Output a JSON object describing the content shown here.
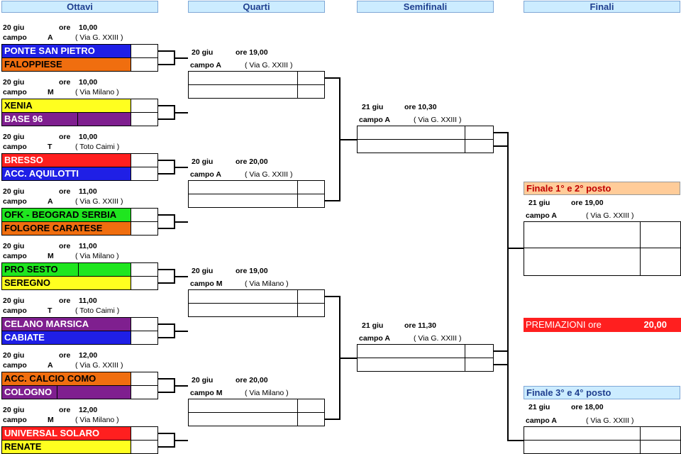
{
  "headers": {
    "ottavi": "Ottavi",
    "quarti": "Quarti",
    "semifinali": "Semifinali",
    "finali": "Finali"
  },
  "ottavi": [
    {
      "date": "20 giu",
      "ore": "ore",
      "time": "10,00",
      "campo": "campo",
      "campo_letter": "A",
      "venue": "( Via G. XXIII )",
      "teams": [
        {
          "name": "PONTE SAN PIETRO",
          "color": "blue"
        },
        {
          "name": "FALOPPIESE",
          "color": "orange"
        }
      ]
    },
    {
      "date": "20 giu",
      "ore": "ore",
      "time": "10,00",
      "campo": "campo",
      "campo_letter": "M",
      "venue": "( Via Milano )",
      "teams": [
        {
          "name": "XENIA",
          "color": "yellow"
        },
        {
          "name": "BASE 96",
          "color": "purple"
        }
      ]
    },
    {
      "date": "20 giu",
      "ore": "ore",
      "time": "10,00",
      "campo": "campo",
      "campo_letter": "T",
      "venue": "( Toto Caimi )",
      "teams": [
        {
          "name": "BRESSO",
          "color": "red"
        },
        {
          "name": "ACC. AQUILOTTI",
          "color": "blue"
        }
      ]
    },
    {
      "date": "20 giu",
      "ore": "ore",
      "time": "11,00",
      "campo": "campo",
      "campo_letter": "A",
      "venue": "( Via G. XXIII )",
      "teams": [
        {
          "name": "OFK - BEOGRAD SERBIA",
          "color": "green"
        },
        {
          "name": "FOLGORE CARATESE",
          "color": "orange"
        }
      ]
    },
    {
      "date": "20 giu",
      "ore": "ore",
      "time": "11,00",
      "campo": "campo",
      "campo_letter": "M",
      "venue": "( Via Milano )",
      "teams": [
        {
          "name": "PRO SESTO",
          "color": "green"
        },
        {
          "name": "SEREGNO",
          "color": "yellow"
        }
      ]
    },
    {
      "date": "20 giu",
      "ore": "ore",
      "time": "11,00",
      "campo": "campo",
      "campo_letter": "T",
      "venue": "( Toto Caimi )",
      "teams": [
        {
          "name": "CELANO MARSICA",
          "color": "purple"
        },
        {
          "name": "CABIATE",
          "color": "blue"
        }
      ]
    },
    {
      "date": "20 giu",
      "ore": "ore",
      "time": "12,00",
      "campo": "campo",
      "campo_letter": "A",
      "venue": "( Via G. XXIII )",
      "teams": [
        {
          "name": "ACC. CALCIO COMO",
          "color": "orange"
        },
        {
          "name": "COLOGNO",
          "color": "purple"
        }
      ]
    },
    {
      "date": "20 giu",
      "ore": "ore",
      "time": "12,00",
      "campo": "campo",
      "campo_letter": "M",
      "venue": "( Via Milano )",
      "teams": [
        {
          "name": "UNIVERSAL SOLARO",
          "color": "red"
        },
        {
          "name": "RENATE",
          "color": "yellow"
        }
      ]
    }
  ],
  "quarti": [
    {
      "date": "20 giu",
      "time": "ore 19,00",
      "campo": "campo A",
      "venue": "( Via G. XXIII )"
    },
    {
      "date": "20 giu",
      "time": "ore 20,00",
      "campo": "campo A",
      "venue": "( Via G. XXIII )"
    },
    {
      "date": "20 giu",
      "time": "ore 19,00",
      "campo": "campo M",
      "venue": "( Via Milano )"
    },
    {
      "date": "20 giu",
      "time": "ore 20,00",
      "campo": "campo M",
      "venue": "( Via Milano )"
    }
  ],
  "semifinali": [
    {
      "date": "21 giu",
      "time": "ore 10,30",
      "campo": "campo A",
      "venue": "( Via G. XXIII )"
    },
    {
      "date": "21 giu",
      "time": "ore 11,30",
      "campo": "campo A",
      "venue": "( Via G. XXIII )"
    }
  ],
  "finale12": {
    "title": "Finale 1° e 2° posto",
    "date": "21 giu",
    "time": "ore 19,00",
    "campo": "campo A",
    "venue": "( Via G. XXIII )"
  },
  "premiazioni": {
    "label": "PREMIAZIONI  ore",
    "time": "20,00"
  },
  "finale34": {
    "title": "Finale 3° e 4° posto",
    "date": "21 giu",
    "time": "ore 18,00",
    "campo": "campo A",
    "venue": "( Via G. XXIII )"
  },
  "colors": {
    "blue": "#1f1fe6",
    "orange": "#f06e0f",
    "yellow": "#ffff1f",
    "purple": "#7f1f8f",
    "red": "#ff1f1f",
    "green": "#1fe61f",
    "header_bg": "#ccecff",
    "finale12_bg": "#ffcc99",
    "finale34_bg": "#ccecff",
    "premiazioni_bg": "#ff1f1f"
  }
}
